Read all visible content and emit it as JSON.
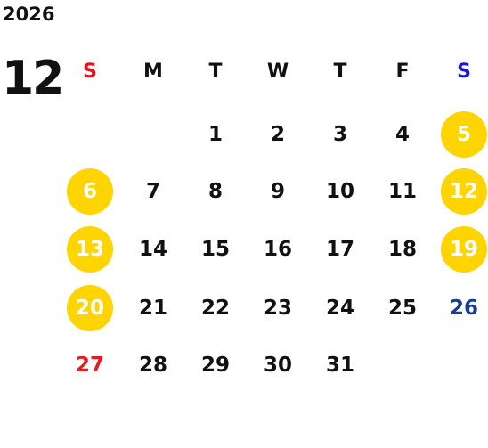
{
  "year": "2026",
  "month": "12",
  "weekdays": [
    "S",
    "M",
    "T",
    "W",
    "T",
    "F",
    "S"
  ],
  "weeks": [
    [
      {
        "d": ""
      },
      {
        "d": ""
      },
      {
        "d": "1"
      },
      {
        "d": "2"
      },
      {
        "d": "3"
      },
      {
        "d": "4"
      },
      {
        "d": "5",
        "hl": true
      }
    ],
    [
      {
        "d": "6",
        "hl": true
      },
      {
        "d": "7"
      },
      {
        "d": "8"
      },
      {
        "d": "9"
      },
      {
        "d": "10"
      },
      {
        "d": "11"
      },
      {
        "d": "12",
        "hl": true
      }
    ],
    [
      {
        "d": "13",
        "hl": true
      },
      {
        "d": "14"
      },
      {
        "d": "15"
      },
      {
        "d": "16"
      },
      {
        "d": "17"
      },
      {
        "d": "18"
      },
      {
        "d": "19",
        "hl": true
      }
    ],
    [
      {
        "d": "20",
        "hl": true
      },
      {
        "d": "21"
      },
      {
        "d": "22"
      },
      {
        "d": "23"
      },
      {
        "d": "24"
      },
      {
        "d": "25"
      },
      {
        "d": "26",
        "color": "blue"
      }
    ],
    [
      {
        "d": "27",
        "color": "red"
      },
      {
        "d": "28"
      },
      {
        "d": "29"
      },
      {
        "d": "30"
      },
      {
        "d": "31"
      },
      {
        "d": ""
      },
      {
        "d": ""
      }
    ]
  ],
  "colors": {
    "highlight": "#ffd400",
    "sunday": "#e8101a",
    "saturday": "#1a1ad4",
    "holiday_blue": "#1c3c8c"
  }
}
